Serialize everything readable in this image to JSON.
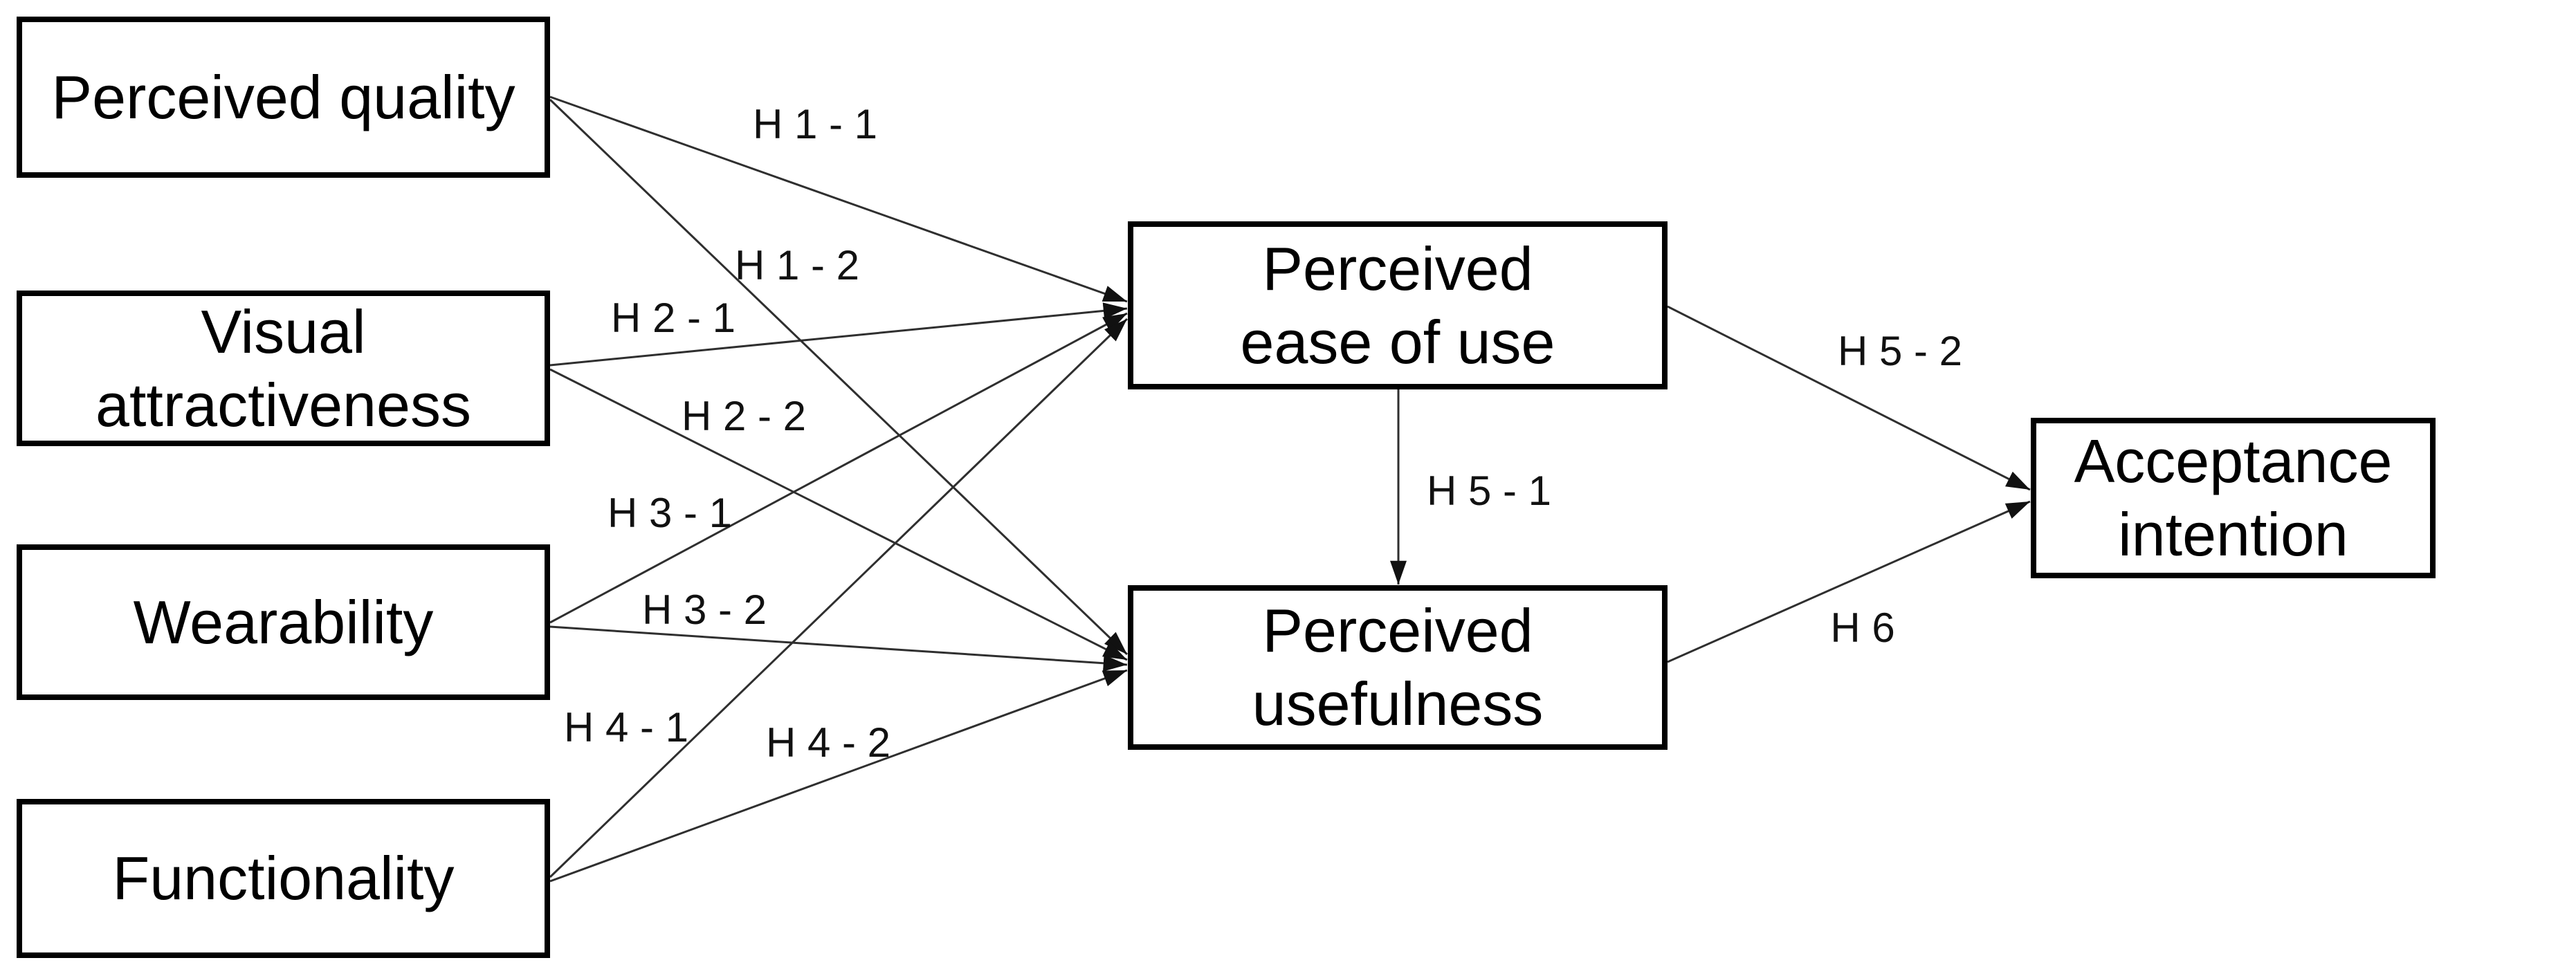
{
  "figure": {
    "type": "path-model-diagram",
    "background_color": "#ffffff",
    "box_border_color": "#000000",
    "arrow_color": "#2f2f2f",
    "text_color": "#000000",
    "nodes": [
      {
        "id": "perceived-quality",
        "lines": [
          "Perceived quality"
        ]
      },
      {
        "id": "visual-attractiveness",
        "lines": [
          "Visual",
          "attractiveness"
        ]
      },
      {
        "id": "wearability",
        "lines": [
          "Wearability"
        ]
      },
      {
        "id": "functionality",
        "lines": [
          "Functionality"
        ]
      },
      {
        "id": "perceived-ease-of-use",
        "lines": [
          "Perceived",
          "ease of use"
        ]
      },
      {
        "id": "perceived-usefulness",
        "lines": [
          "Perceived",
          "usefulness"
        ]
      },
      {
        "id": "acceptance-intention",
        "lines": [
          "Acceptance",
          "intention"
        ]
      }
    ],
    "hypotheses": [
      {
        "id": "H1-1",
        "label": "H 1 - 1",
        "from": "Perceived quality",
        "to": "Perceived ease of use"
      },
      {
        "id": "H1-2",
        "label": "H 1 - 2",
        "from": "Perceived quality",
        "to": "Perceived usefulness"
      },
      {
        "id": "H2-1",
        "label": "H 2 - 1",
        "from": "Visual attractiveness",
        "to": "Perceived ease of use"
      },
      {
        "id": "H2-2",
        "label": "H 2 - 2",
        "from": "Visual attractiveness",
        "to": "Perceived usefulness"
      },
      {
        "id": "H3-1",
        "label": "H 3 - 1",
        "from": "Wearability",
        "to": "Perceived ease of use"
      },
      {
        "id": "H3-2",
        "label": "H 3 - 2",
        "from": "Wearability",
        "to": "Perceived usefulness"
      },
      {
        "id": "H4-1",
        "label": "H 4 - 1",
        "from": "Functionality",
        "to": "Perceived ease of use"
      },
      {
        "id": "H4-2",
        "label": "H 4 - 2",
        "from": "Functionality",
        "to": "Perceived usefulness"
      },
      {
        "id": "H5-1",
        "label": "H 5 - 1",
        "from": "Perceived ease of use",
        "to": "Perceived usefulness"
      },
      {
        "id": "H5-2",
        "label": "H 5 - 2",
        "from": "Perceived ease of use",
        "to": "Acceptance intention"
      },
      {
        "id": "H6",
        "label": "H 6",
        "from": "Perceived usefulness",
        "to": "Acceptance intention"
      }
    ]
  }
}
